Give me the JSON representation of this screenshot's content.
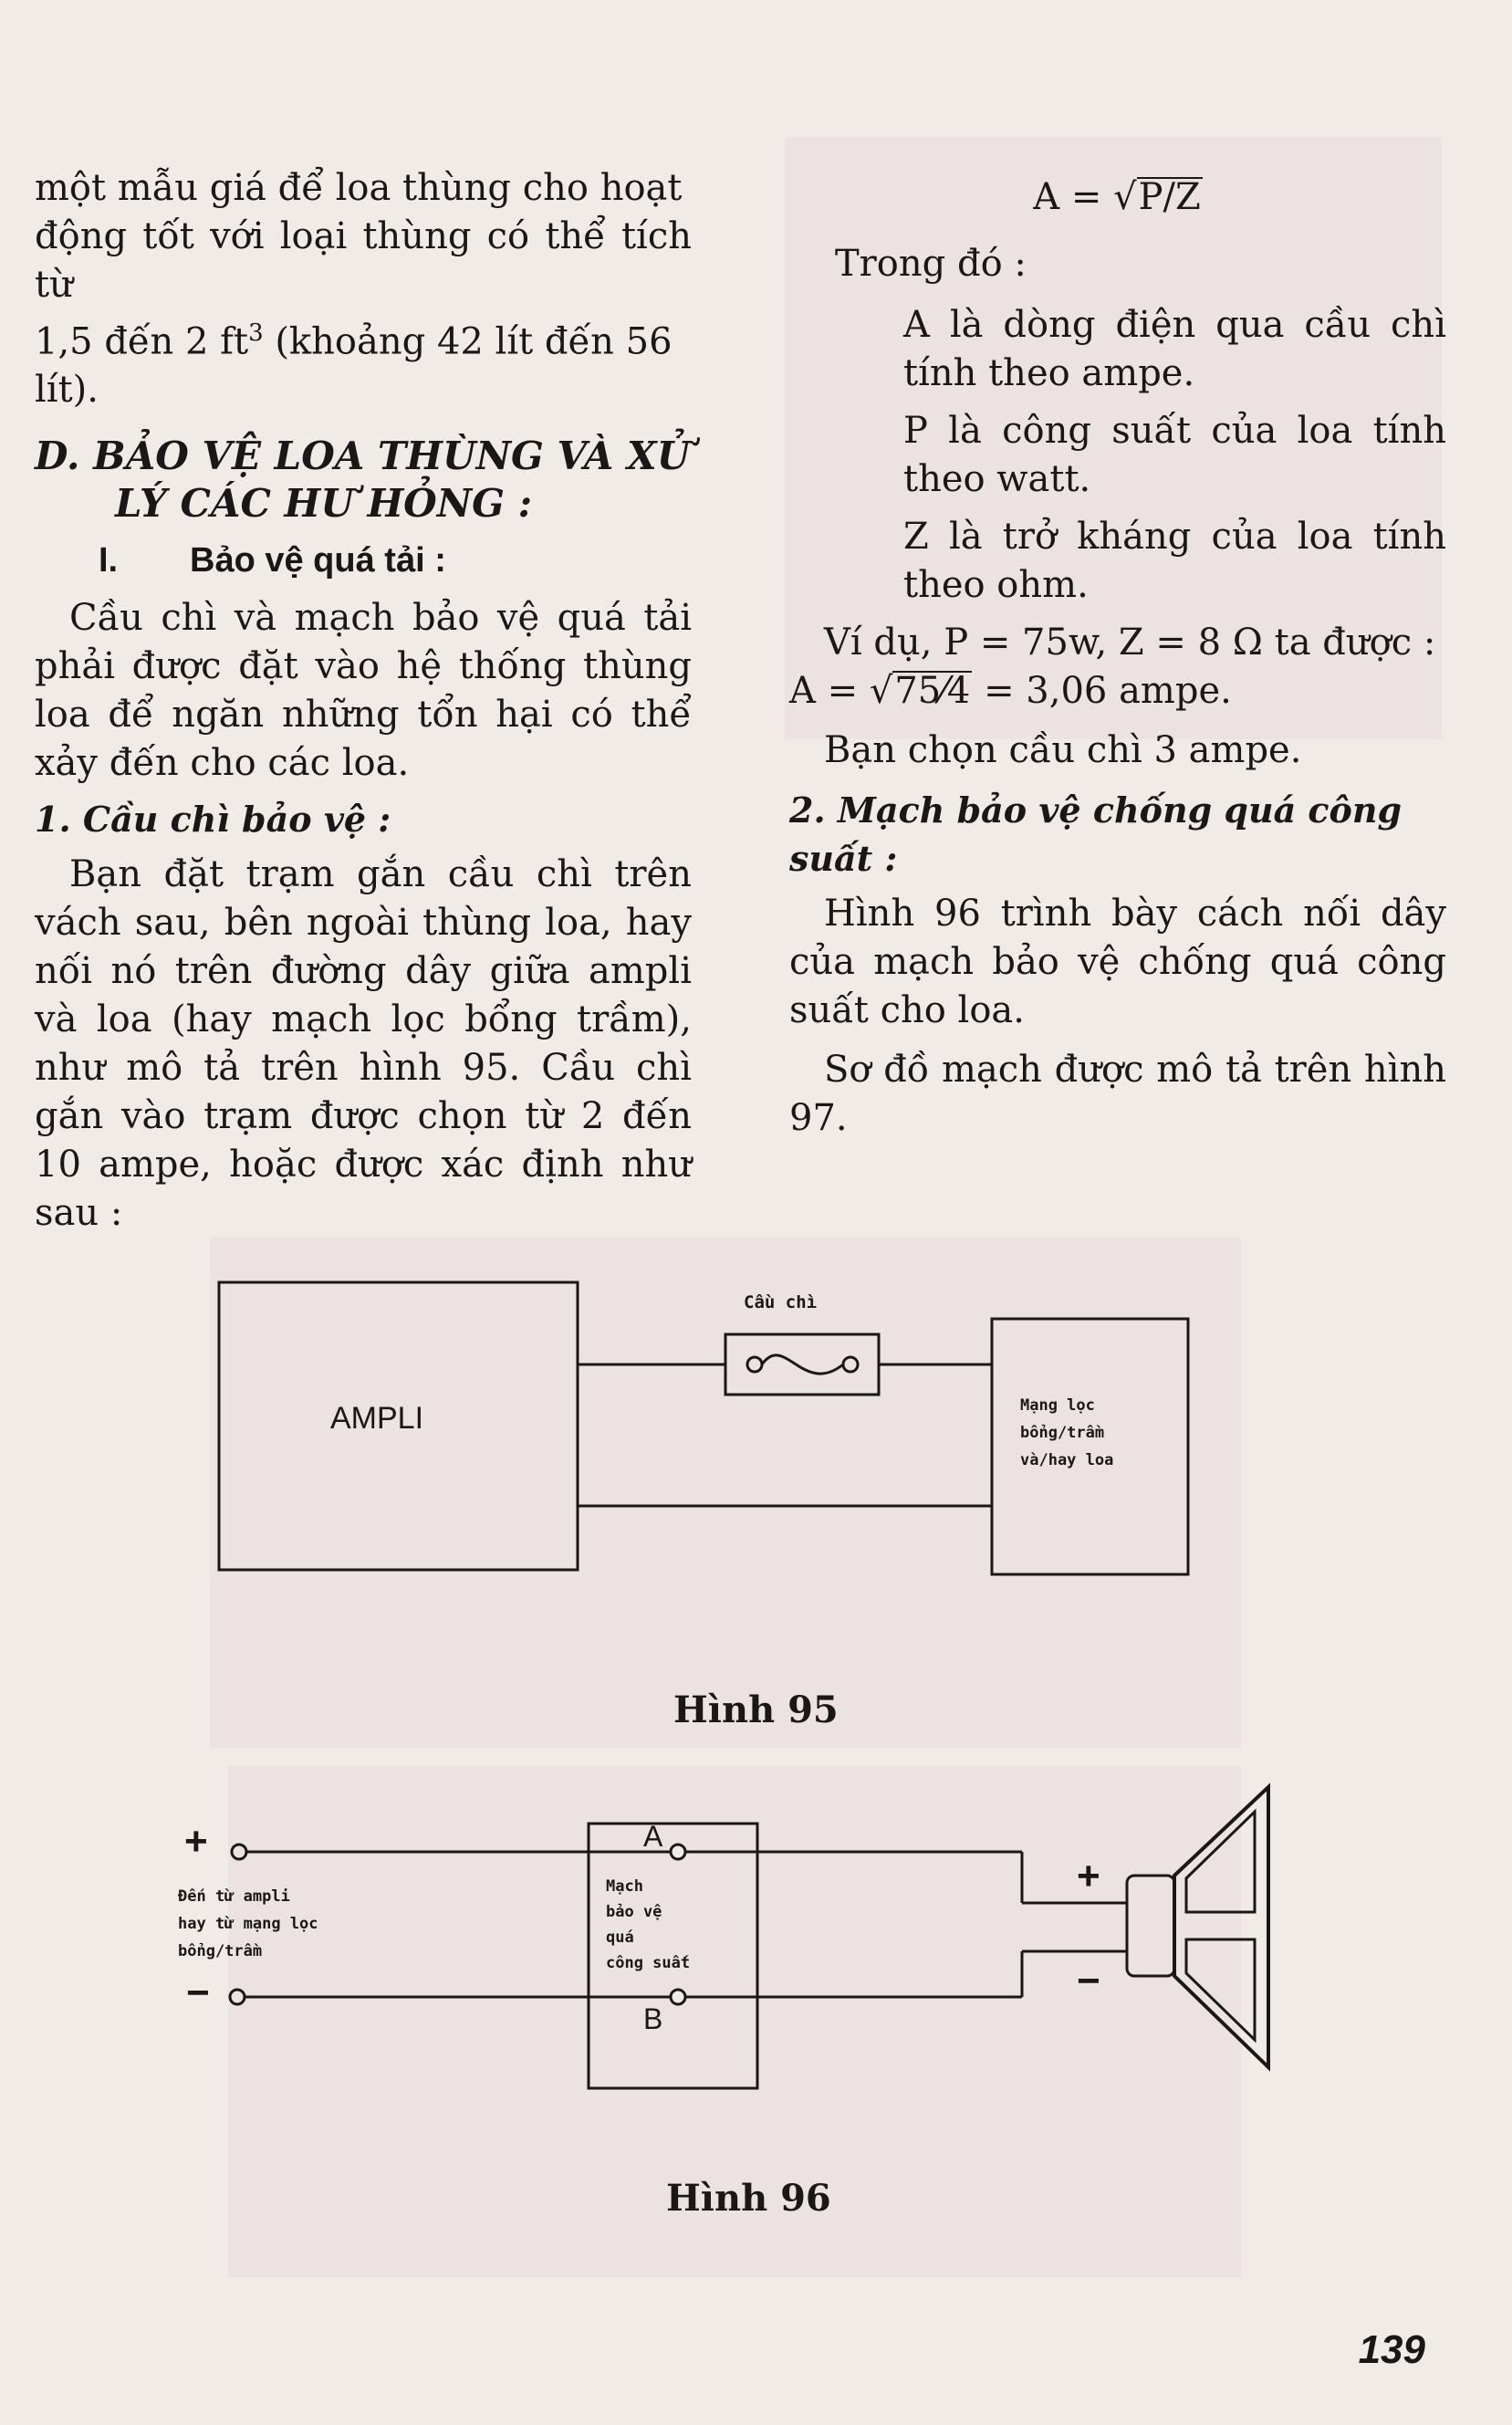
{
  "left": {
    "p_intro_1": "một mẫu giá để loa thùng cho hoạt",
    "p_intro_2": "động tốt với loại thùng có thể tích từ",
    "p_intro_3": "1,5 đến 2 ft",
    "p_intro_3_sup": "3",
    "p_intro_3_rest": " (khoảng 42 lít đến 56",
    "p_intro_4": "lít).",
    "heading_d_1": "D.  BẢO VỆ LOA THÙNG VÀ XỬ",
    "heading_d_2": "LÝ CÁC HƯ HỎNG :",
    "heading_i_num": "I.",
    "heading_i_text": "Bảo vệ quá tải :",
    "p_fuse_intro": "Cầu chì và mạch bảo vệ quá tải phải được đặt vào hệ thống thùng loa để ngăn những tổn hại có thể xảy đến cho các loa.",
    "sub_1": "1.  Cầu chì bảo vệ :",
    "p_fuse_detail": "Bạn đặt trạm gắn cầu chì trên vách sau, bên ngoài thùng loa, hay nối nó trên đường dây giữa ampli và loa (hay mạch lọc bổng trầm), như mô tả trên hình 95. Cầu chì gắn vào trạm được chọn từ 2 đến 10 ampe, hoặc được xác định như sau :"
  },
  "right": {
    "formula_lhs": "A = √",
    "formula_rad": "P/Z",
    "trong_do": "Trong đó :",
    "def_a": "A là dòng điện qua cầu chì tính theo ampe.",
    "def_p": "P là công suất của loa tính theo watt.",
    "def_z": "Z là trở kháng của loa tính theo ohm.",
    "example_1": "Ví dụ, P = 75w, Z = 8 Ω ta được :",
    "example_2_lhs": "A = √",
    "example_2_rad": "75⁄4",
    "example_2_rhs": " = 3,06 ampe.",
    "choose": "Bạn chọn cầu chì 3 ampe.",
    "sub_2": "2.  Mạch bảo vệ chống quá công suất :",
    "p_fig96": "Hình 96 trình bày cách nối dây của mạch bảo vệ chống quá công suất cho loa.",
    "p_fig97": "Sơ đồ mạch được mô tả trên hình 97."
  },
  "fig95": {
    "caption": "Hình 95",
    "ampli_label": "AMPLI",
    "fuse_label": "Cầu chì",
    "filter_line1": "Mạng lọc",
    "filter_line2": "bổng/trầm",
    "filter_line3": "và/hay loa"
  },
  "fig96": {
    "caption": "Hình 96",
    "plus_in": "+",
    "minus_in": "−",
    "src_line1": "Đến từ ampli",
    "src_line2": "hay từ mạng lọc",
    "src_line3": "bổng/trầm",
    "box_line1": "Mạch",
    "box_line2": "bảo vệ",
    "box_line3": "quá",
    "box_line4": "công suất",
    "terminal_a": "A",
    "terminal_b": "B",
    "plus_out": "+",
    "minus_out": "−"
  },
  "page_number": "139"
}
